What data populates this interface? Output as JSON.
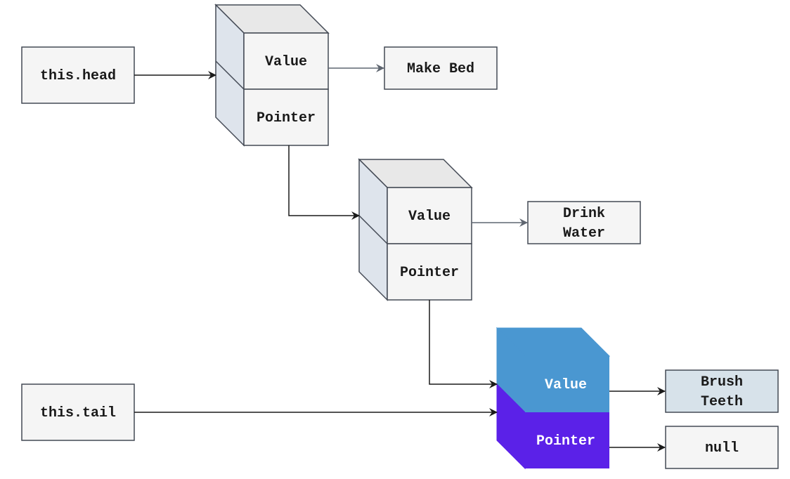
{
  "pointers": {
    "head_label": "this.head",
    "tail_label": "this.tail"
  },
  "nodes": [
    {
      "value_label": "Value",
      "pointer_label": "Pointer",
      "value": [
        "Make Bed"
      ],
      "next": "node-2"
    },
    {
      "value_label": "Value",
      "pointer_label": "Pointer",
      "value": [
        "Drink",
        "Water"
      ],
      "next": "node-3"
    },
    {
      "value_label": "Value",
      "pointer_label": "Pointer",
      "value": [
        "Brush",
        "Teeth"
      ],
      "next_label": "null"
    }
  ],
  "colors": {
    "node_face": "#f5f5f5",
    "node_side": "#dee4ec",
    "node_top": "#e8e8e8",
    "node_stroke": "#444a55",
    "tail_value_face": "#4a97d1",
    "tail_pointer_face": "#5b21e8",
    "tail_value_box": "#d7e2ea",
    "arrow_dark": "#1a1a1a",
    "arrow_gray": "#5f6670"
  }
}
